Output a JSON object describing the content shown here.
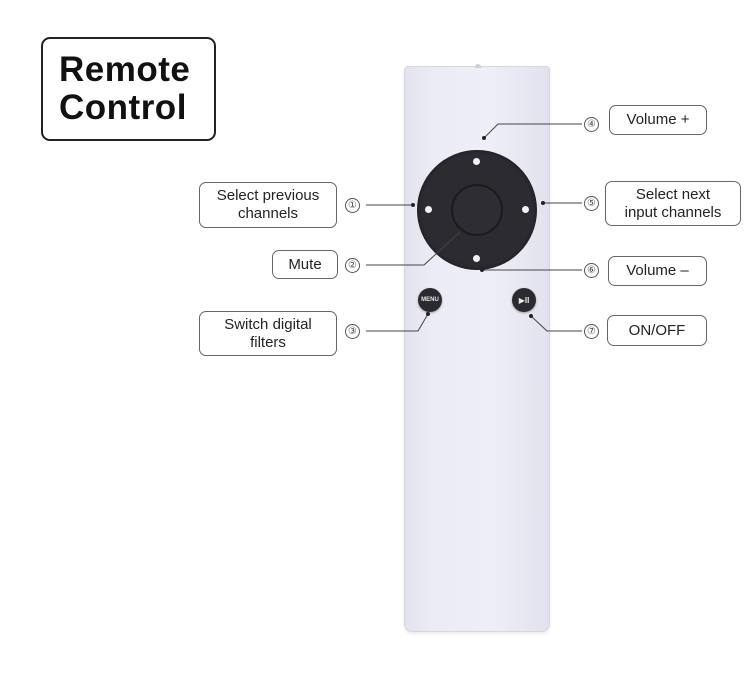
{
  "title": {
    "line1": "Remote",
    "line2": "Control"
  },
  "remote": {
    "menu_button_label": "MENU",
    "play_pause_glyph": "▶II"
  },
  "callouts": [
    {
      "number": "①",
      "lines": [
        "Select previous",
        "channels"
      ],
      "target": "dpad-left"
    },
    {
      "number": "②",
      "lines": [
        "Mute"
      ],
      "target": "dpad-center"
    },
    {
      "number": "③",
      "lines": [
        "Switch digital",
        "filters"
      ],
      "target": "menu-button"
    },
    {
      "number": "④",
      "lines": [
        "Volume +"
      ],
      "target": "dpad-up"
    },
    {
      "number": "⑤",
      "lines": [
        "Select next",
        "input channels"
      ],
      "target": "dpad-right"
    },
    {
      "number": "⑥",
      "lines": [
        "Volume –"
      ],
      "target": "dpad-down"
    },
    {
      "number": "⑦",
      "lines": [
        "ON/OFF"
      ],
      "target": "play-pause-button"
    }
  ],
  "colors": {
    "remote_body": "#ececf6",
    "buttons": "#2c2b2f",
    "leader_line": "#444444"
  }
}
